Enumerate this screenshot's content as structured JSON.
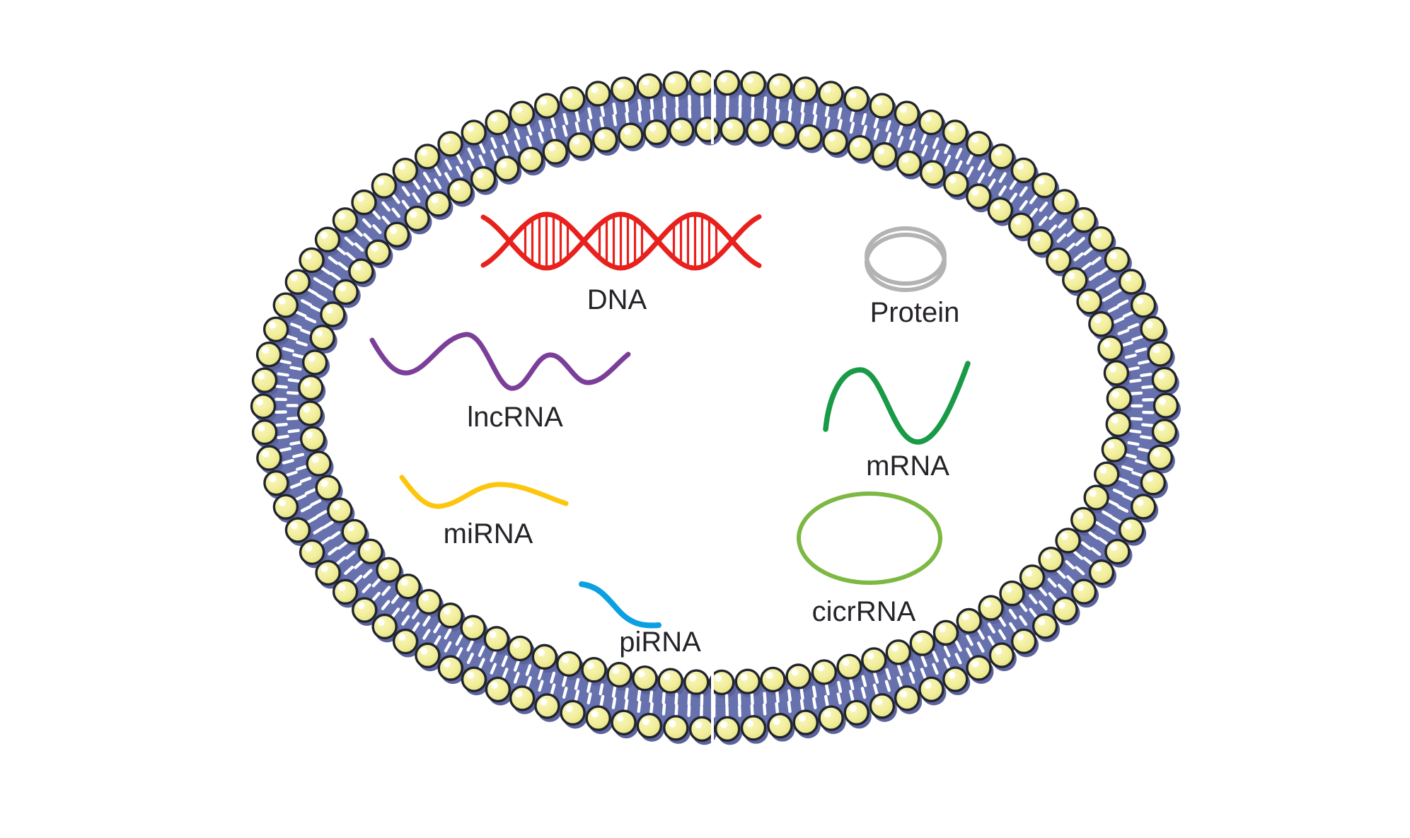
{
  "diagram": {
    "background": "#ffffff",
    "label_color": "#262329",
    "molecules": [
      {
        "id": "dna",
        "label": "DNA",
        "color": "#e8211d",
        "shape": "double-helix"
      },
      {
        "id": "protein",
        "label": "Protein",
        "color": "#b3b3b3",
        "shape": "coil-rings"
      },
      {
        "id": "lncrna",
        "label": "lncRNA",
        "color": "#7c3f99",
        "shape": "wavy-line"
      },
      {
        "id": "mrna",
        "label": "mRNA",
        "color": "#189a47",
        "shape": "wave-line"
      },
      {
        "id": "mirna",
        "label": "miRNA",
        "color": "#fcc60f",
        "shape": "gentle-wave-line"
      },
      {
        "id": "pirna",
        "label": "piRNA",
        "color": "#0aa0e1",
        "shape": "s-curve-line"
      },
      {
        "id": "circrna",
        "label": "cicrRNA",
        "color": "#7db843",
        "shape": "open-ellipse"
      }
    ],
    "membrane": {
      "band_color": "#6671ae",
      "bead_fill": "#f1ee9b",
      "bead_edge": "#20242f",
      "bead_shadow": "#5c639c",
      "dash_color": "#ffffff",
      "seam_color": "#ffffff"
    }
  }
}
